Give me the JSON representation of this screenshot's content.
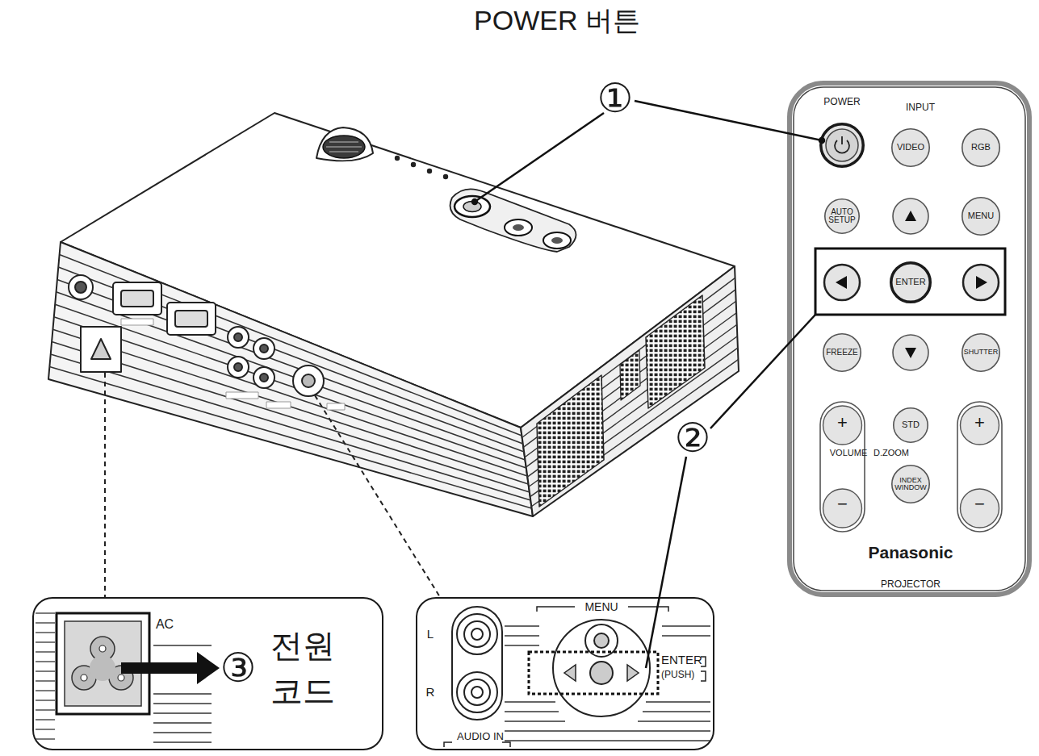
{
  "diagram": {
    "nodes": [
      {
        "text": [
          "INPUT",
          "VOLUME",
          "D.ZOOM",
          "Panasonic",
          "PROJECTOR"
        ]
      },
      {
        "text": [
          "POWER"
        ],
        "in": 0
      },
      {
        "text": [
          "VIDEO"
        ],
        "in": 0
      },
      {
        "text": [
          "RGB"
        ],
        "in": 0
      },
      {
        "text": [
          "AUTO SETUP"
        ],
        "in": 0
      },
      {
        "text": [
          "MENU"
        ],
        "in": 0
      },
      {
        "text": [
          "ENTER"
        ],
        "in": 0
      },
      {
        "text": [
          "FREEZE"
        ],
        "in": 0
      },
      {
        "text": [
          "SHUTTER"
        ],
        "in": 0
      },
      {
        "text": [
          "+",
          "−"
        ],
        "in": 0
      },
      {
        "text": [
          "STD"
        ],
        "in": 0
      },
      {
        "text": [
          "INDEX WINDOW"
        ],
        "in": 0
      },
      {
        "text": [
          "+",
          "−"
        ],
        "in": 0
      },
      {
        "text": [
          "AC",
          "③",
          "전원 코드"
        ]
      },
      {
        "text": [
          "MENU",
          "L",
          "R",
          "ENTER",
          "(PUSH)",
          "AUDIO IN"
        ]
      }
    ],
    "labels": [
      "POWER 버튼",
      "①",
      "②"
    ]
  }
}
